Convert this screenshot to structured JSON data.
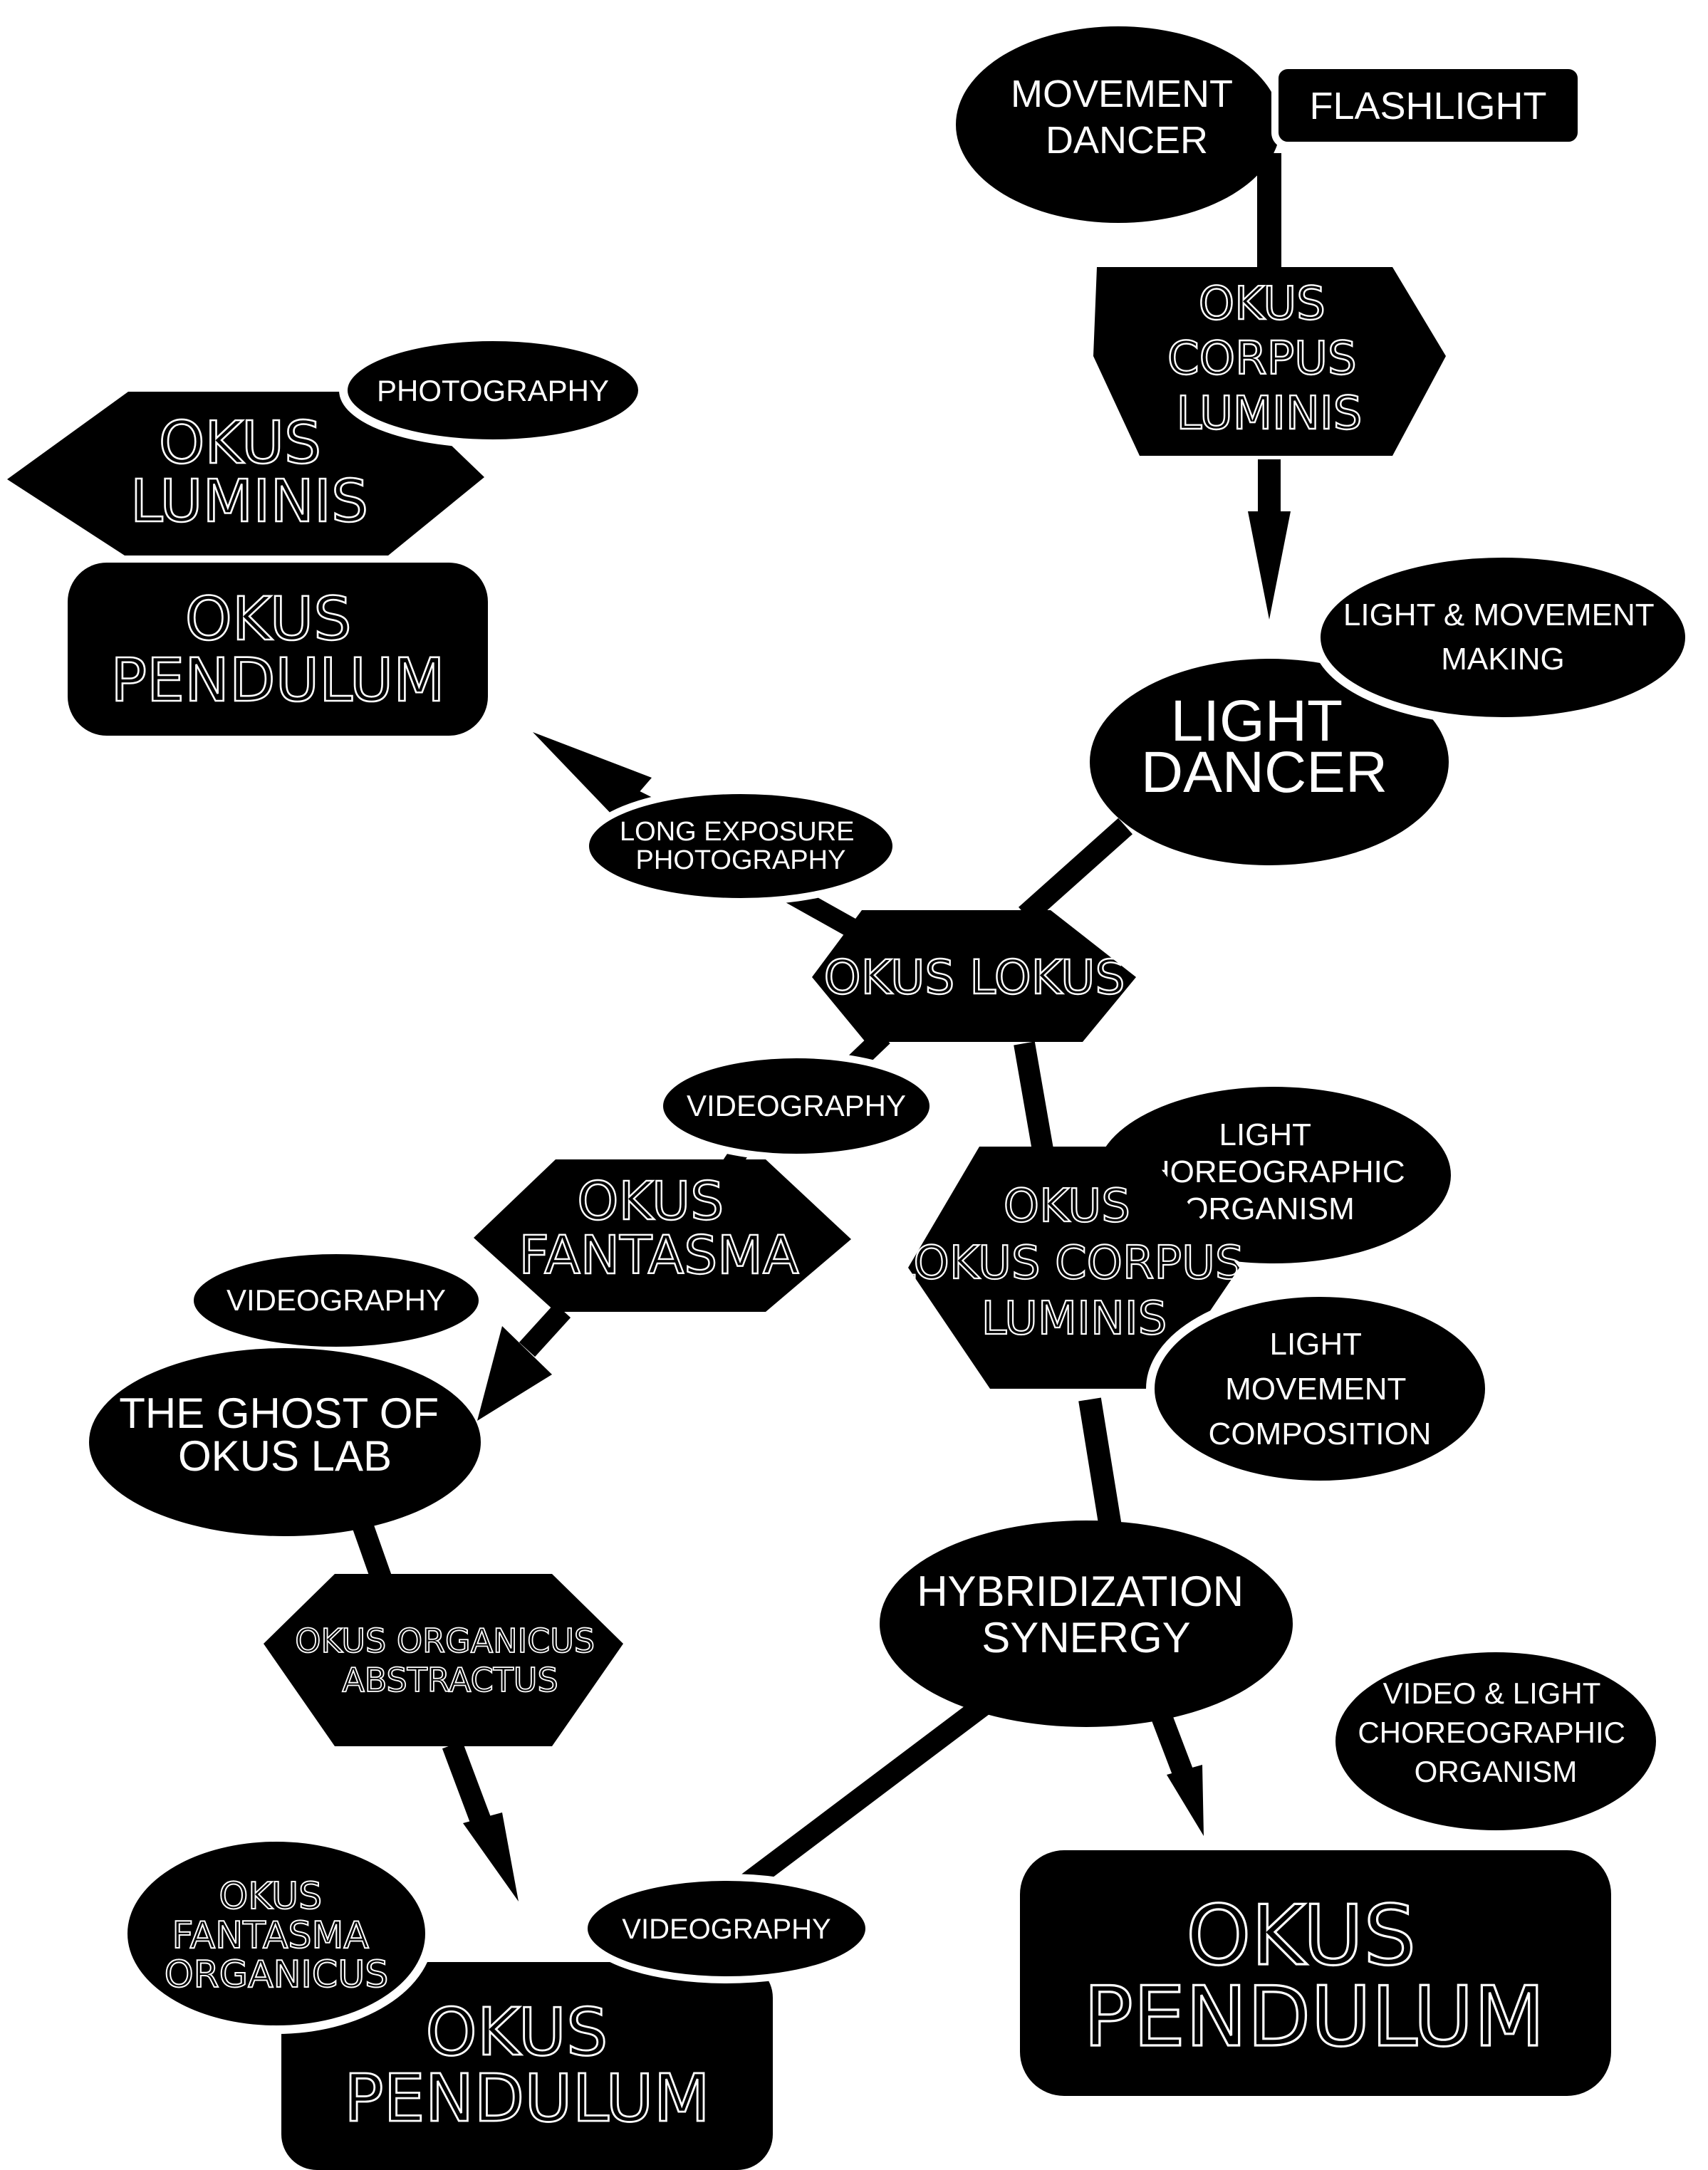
{
  "nodes": {
    "movement_dancer": {
      "lines": [
        "MOVEMENT",
        "DANCER"
      ]
    },
    "flashlight": {
      "lines": [
        "FLASHLIGHT"
      ]
    },
    "okus_corpus_luminis": {
      "lines": [
        "OKUS",
        "CORPUS",
        "LUMINIS"
      ]
    },
    "okus_luminis": {
      "lines": [
        "OKUS",
        "LUMINIS"
      ]
    },
    "photography": {
      "lines": [
        "PHOTOGRAPHY"
      ]
    },
    "okus_pendulum_top_left": {
      "lines": [
        "OKUS",
        "PENDULUM"
      ]
    },
    "light_movement_making": {
      "lines": [
        "LIGHT & MOVEMENT",
        "MAKING"
      ]
    },
    "light_dancer": {
      "lines": [
        "LIGHT",
        "DANCER"
      ]
    },
    "long_exposure_photography": {
      "lines": [
        "LONG EXPOSURE",
        "PHOTOGRAPHY"
      ]
    },
    "okus_lokus": {
      "lines": [
        "OKUS LOKUS"
      ]
    },
    "videography_upper": {
      "lines": [
        "VIDEOGRAPHY"
      ]
    },
    "light_choreographic_organism": {
      "lines": [
        "LIGHT",
        "CHOREOGRAPHIC",
        "ORGANISM"
      ]
    },
    "okus_fantasma": {
      "lines": [
        "OKUS",
        "FANTASMA"
      ]
    },
    "okus_lokus_corpus_luminis": {
      "lines": [
        "OKUS",
        "LOKUS CORPUS",
        "LUMINIS"
      ]
    },
    "videography_left": {
      "lines": [
        "VIDEOGRAPHY"
      ]
    },
    "light_movement_composition": {
      "lines": [
        "LIGHT",
        "MOVEMENT",
        "COMPOSITION"
      ]
    },
    "ghost_of_okus_lab": {
      "lines": [
        "THE GHOST OF",
        "OKUS LAB"
      ]
    },
    "hybridization_synergy": {
      "lines": [
        "HYBRIDIZATION",
        "SYNERGY"
      ]
    },
    "okus_organicus_abstractus": {
      "lines": [
        "OKUS ORGANICUS",
        "ABSTRACTUS"
      ]
    },
    "video_light_choreographic_organism": {
      "lines": [
        "VIDEO & LIGHT",
        "CHOREOGRAPHIC",
        "ORGANISM"
      ]
    },
    "okus_fantasma_organicus": {
      "lines": [
        "OKUS",
        "FANTASMA",
        "ORGANICUS"
      ]
    },
    "videography_bottom": {
      "lines": [
        "VIDEOGRAPHY"
      ]
    },
    "okus_pendulum_bottom_left": {
      "lines": [
        "OKUS",
        "PENDULUM"
      ]
    },
    "okus_pendulum_bottom_right": {
      "lines": [
        "OKUS",
        "PENDULUM"
      ]
    }
  }
}
